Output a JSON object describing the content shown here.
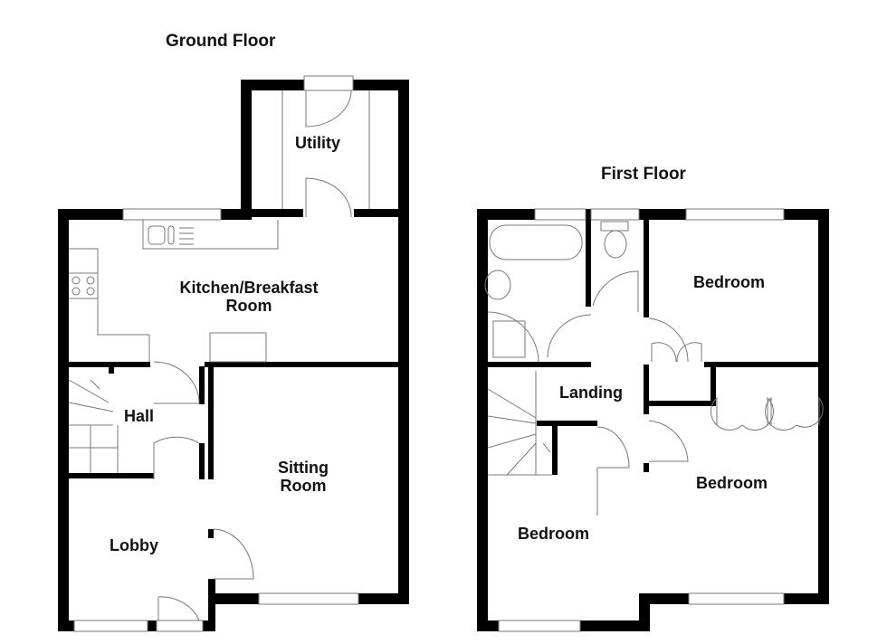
{
  "ground_floor": {
    "title": "Ground Floor",
    "rooms": {
      "utility": "Utility",
      "kitchen_line1": "Kitchen/Breakfast",
      "kitchen_line2": "Room",
      "hall": "Hall",
      "sitting_line1": "Sitting",
      "sitting_line2": "Room",
      "lobby": "Lobby"
    }
  },
  "first_floor": {
    "title": "First Floor",
    "rooms": {
      "bedroom_top_right": "Bedroom",
      "landing": "Landing",
      "bedroom_right": "Bedroom",
      "bedroom_left": "Bedroom"
    }
  },
  "colors": {
    "wall": "#000000",
    "fixture": "#777777"
  }
}
